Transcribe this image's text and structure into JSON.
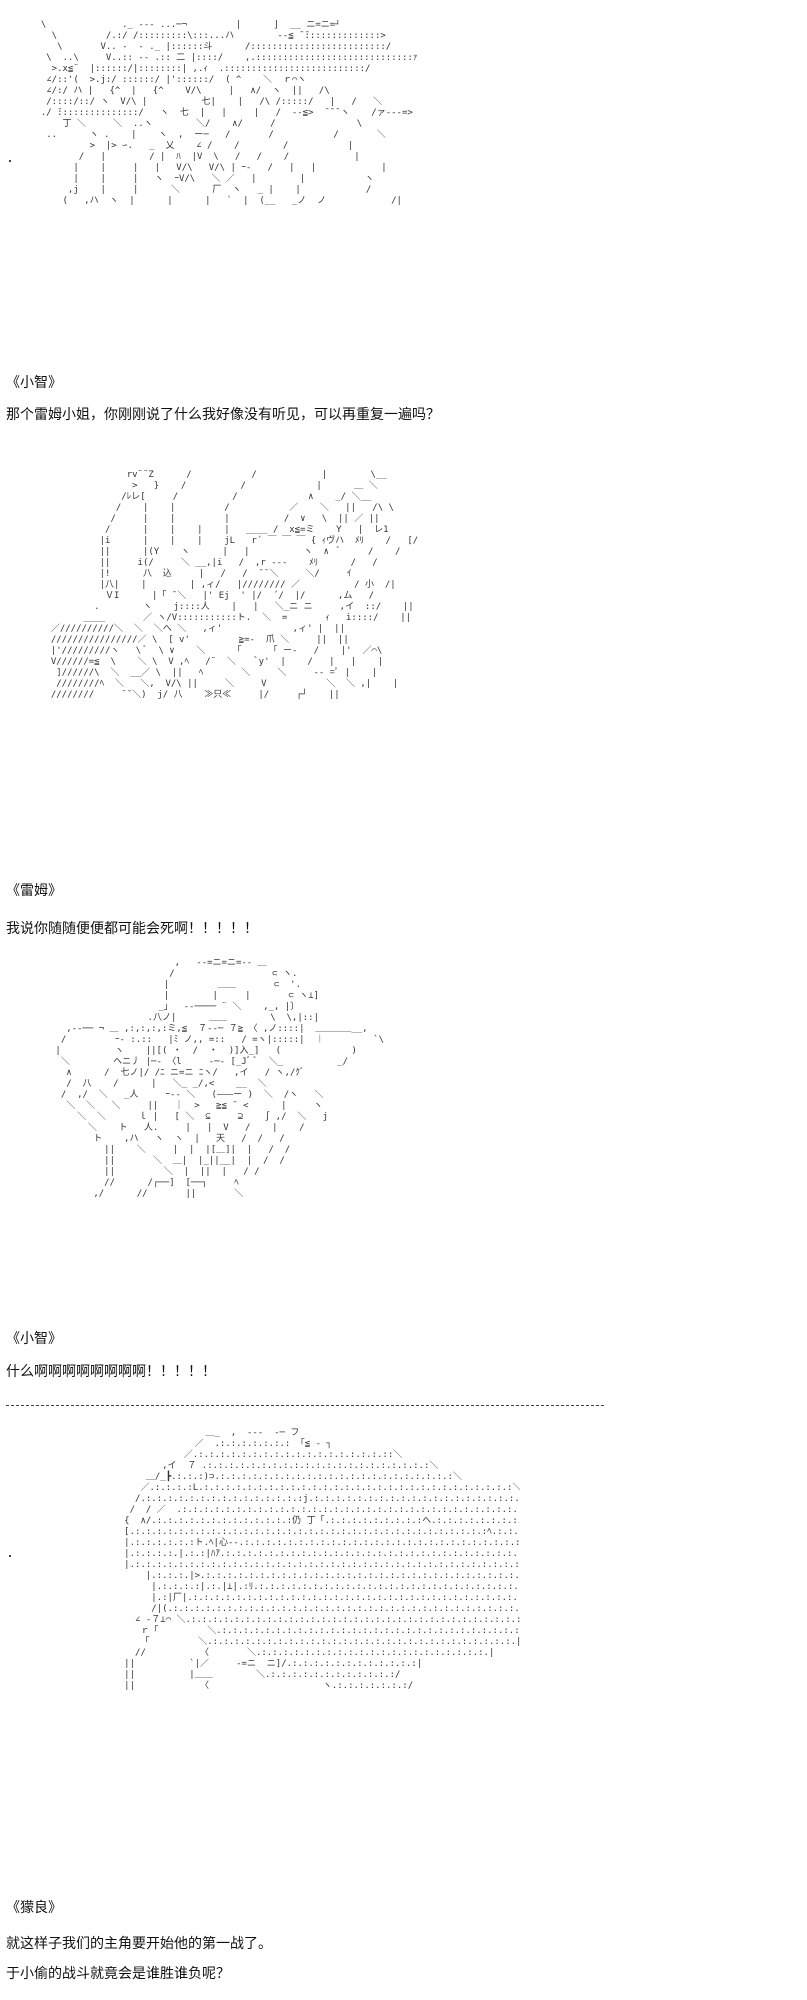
{
  "panels": [
    {
      "art": "  \\              ._ ‐‐‐ ...─¬         |      ∫  __ ニ=ニ=┘\n    \\         /.:/ /:::::::::\\:::...ハ        -‐≦ ̄ ̄::::::::::::::>\n     \\       V.. ‐  ‐ ._ |::::::斗      /:::::::::::::::::::::::::/\n   \\  ..\\     V..:: -‐ .:: ̄二 |::::/    ,.:::::::::::::::::::::::::::::ｧ\n    >.x≦¨  |::::::/|::::::::| ,.ｨ  .::::::::::::::::::::::::::/\n   ∠/::'(  >.j:/ ::::::/ |'::::::/  ( ^    ＼  ｒ⌒ヽ\n   ∠/:/ ハ |   {^  |   {^    V/\\     |   ∧/  ヽ  ||   /\\\n   /::::/::/ ヽ  V/\\ |          七|    |   /\\ /:::::/   |   /   ＼\n  ./ ̄:::::::::::::::/   ヽ  七  |   |     |   /  -‐≦>  ̄ ̄ ̄ ヽ    /ァ--‐=>\n      丁 ＼     ＼  ..ヽ        ＼/    ∧/     /               \\\n   ..      ヽ .    |    ヽ  ,  ー─   /       /           /       ＼\n           >  |> ∽.   _  乂    ∠ /    /        /           |\n         /   |        / |  ﾊ  |V  \\   /   /    /            |\n        |    |     |   |   V/\\   V/\\ | ｰ‐   /   |   |            |\n        |    |     |   ヽ  ｰV/\\   ＼ ／   |        |           ヽ\n       ,j    |     |      ＼      厂  ヽ   _ |    |            /\n      (   ,ハ  ヽ  |      |      |   `  |  (__   _ノ  ノ            /|",
      "speaker": "《小智》",
      "lines": [
        "那个雷姆小姐，你刚刚说了什么我好像没有听见，可以再重复一遍吗？"
      ]
    },
    {
      "art": "                rv¨¨Z      /           /            |        \\__\n                 >   }    /          /             |      ＿ ＼\n               /ﾚレ[     /          /             ∧    _/ ＼__\n              /    |    |         /           ／    ＼   ||   /\\ \\\n             /     |    |         |          /  ∨   \\  || ／ ||\n            /      |    |    |    |   ____ /  x≦=ミ    Y   |  レ1\n           |i      |    |    |    jL   r´ ￣ ￣ ￣ { ｨヴハ  ﾒﾘ    /   [/\n           ||      |(Y    ヽ      |   |          ヽ  ∧  ﾞ     /    /\n           ||     i(/     ＼ __,|i   /  ,r ‐‐‐    ﾒﾘ      /   /\n           |!      八  込     |   /   /  ̄ ̄ ＼     ＼/     ｲ\n           |八|    |        | ,ィ/   |//////// ／          / 小  /|\n            ＶI      |「 ̄ ＼   |' Ej  ' |/  ´/  |/      ,ム   /\n          .        ヽ    j::::人    |   |   ＼_ニ ニ     ,イ  ::/    ||\n        ____       ／ ヽ/V:::::::::::ト.  ＼  =       ｨ   i::::/    ||\n  ／//////////＼  ＼  ＼ヘ ＼   ,ィ'             ,ィ' |  ||\n  ////////////////／ \\  [ v'         ≧=-  爪 ＼     ||  ||\n  |'/////////ヽ   \\ ﾞ  \\ ∨    ＼     「     「 ー‐   /    |'  ／⌒\\\n  V//////=≦  \\    ＼ \\  V ,ﾍ   /¨  ＼    ﾞy'  |    /   |   |    |\n   ]//////\\  ＼  __／ \\  ||   ﾍ       ＼     ＼     -‐ =ﾟ |    |\n   ////////ﾍ  ＼   ＼,  V/\\ ||     ＼     V           ＼  ＼ ,|    |\n  ////////     ̄ ̄ ＼)  j/ 八    ≫只≪     |/     ┌┘    ||",
      "speaker": "《雷姆》",
      "lines": [
        "我说你随随便便都可能会死啊！！！！！"
      ]
    },
    {
      "art": "                       ,   -‐=ニ=ニ=-‐ ＿\n                      /                  ⊂ ヽ.\n                     |         ＿＿       ⊂  '.\n                     |        |     |       ⊂ ヽ⊥]\n                    _」  ‐‐──── ¨ ＼    ,_, |〕\n                  .八ノ|      ＿＿        \\  \\,|::|\n   ,‐‐── ¬ ＿ ,:,:,:,:ミ,≦  ７‐‐─ ７≧ 〈 ,ノ::::|  ＿＿＿＿__,\n  /         ｰ‐ :.::   |ﾐ ノ,, =::   / =ヽ|:::::|  ︱         `\\\n |          ヽ    ||[( ・  /  ・  )]入_]   (             )\n  ＼        ヘニ丿 |─‐ 〈l     ‐─‐ [_Jﾞ ﾞ  ＼_          _/\n   ∧      /  七ノ|/ /ﾆ ニ=ニ ﾆヽ/   ,イ   / ヽ,/ｸﾞ\n   /  八    /      |   ＼_ _/,<    __  ＼\n  /  ,/  ＼   _人     ｰ‐‐ ＼   (―——ー )  ＼  /ヽ   ＼\n   ＼  ＼   ＼     ||   ｜  >   ≧≦ ̄  <      |     ヽ\n     ＼  ＼      ｌ |   [ ＼  ⊆     ⊇    ∫ ,/  ＼   j\n       ＼    ト   人.     |   |  V   /    |    /\n        ト    ,ハ   ヽ  ヽ  |   天   /  /   /\n          ||    ＼     |  |  |[＿]|  |   /  /\n          ||       ＼  ＿|  |_||__|  |  /  /\n          ||         ＼  |  ||  |   / /\n          //      /┌──]  [──┐     ﾍ\n        ,/      //       ||       ＼",
      "speaker": "《小智》",
      "lines": [
        "什么啊啊啊啊啊啊啊啊！！！！！"
      ]
    },
    {
      "art": "                         ＿_  ,  -‐‐  ‐─ フ\n                       ／  .:.:.:.:.:.:.: 「≦ ‐ ┐\n                     ／.:.:.:.:.:.:.:.:.:.:.:.:.:.:.:.:.:.::＼\n                 ,イ  ７ .:.:.:.:.:.:.:.:.:.:.:.:.:.:.:.:.:.:.:.:.:＼\n              ＿/_┣.:.:.:)⊃.:.:.:.:.:.:.:.:.:.:.:.:.:.:.:.:.:.:.:.:.:.:＼\n             ／.:.:.:.:L.:.:.:.:.:.:.:.:.:.:.:.:.:.:.:.:.:.:.:.:.:.:.:.:.:.:.:.:.:＼\n            /.:.:.:.:.:.:.:.:.:.:.:.:.:.:.:j.:.:.:.:.:.:.:.:.:.:.:.:.:.:.:.:.:.:.:.:.:.:.＼\n           /  / ／  .:.:.:.:.:.:.:.:.:.:.:.:.:.:.:.:.:.:.:.:.:.:.:.:.:.:.:.:.:.:.:.:.:.:.:.:＼\n          {  ∧/.:.:.:.:.:.:.:.:.:.:.:.:.:仍 丁「.:.:.:.:.:.:.:.:.:ヘ.:.:.:.:.:.:.:.:.:.:.:.:ー‐\n          [.:.:.:.:.:.:.:.:.:.:.:.:.:.:.:.:.:.:.:.:.:.:.:.:.:.:.:.:.:.:.:.:.:ﾍ.:.:.:.:.:.:.:.:.:.:.:.:.:.:.:ビ\n          |.:.:.:.:.:.:ト.ﾍ|心-‐.:.:.:.:.:.:.:.:.:.:.:.:.:.:.:.:.:.:.:.:.:.:.:.:.:.:.:.:.:.:.:.:.:.:.:.:.:.:.:ニ\n          |.:.:.:.:.|.:.:|ﾊｱ.:.:.:.:.:.:.:.:.:.:.:.:.:.:.:.:.:.:.:.:.:.:.:.:.:.:.:.:.:.:.:.:.:.:.:.:.:.:.:.:.:.:.\n          |.:.:.:.:.:.:.:.:.:.:.:.:.:.:.:.:.:.:.:.:.:.:.:.:.:.:.:.:.:.:.:.:.:.:.:.:.:.:.:.:.:.:.:.:.:.:.:.:.:.:.:\n              |.:.:.:.|>.:.:.:.:.:.:.:.:.:.:.:.:.:.:.:.:.:.:.:.:.:.:.:.:.:.:.:.:.:.:.:.:.:.:.:.:.:.:.:.:.:.:\n               |.:.:.:.:|.:.|⊥|.:ﾘ.:.:.:.:.:.:.:.:.:.:.:.:.:.:.:.:.:.:.:.:.:.:.:.:.:.:.:.:.:.:.:.:.:\n               |.:|厂|.:.:.:.:.:.:.:.:.:.:.:.:.:.:.:.:.:.:.:.:.:.:.:.:.:.:.:.:.:.:.:.:.:.:.:.:|\n               /|(.:.:.:.:.:.:.:.:.:.:.:.:.:.:.:.:.:.:.:.:.:.:.:.:.:.:.:.:.:.:.:.:.:.:.:.:.:.:.:|\n            ∠ -７⊥⌒ ＼.:.:.:.:.:.:.:.:.:.:.:.:.:.:.:.:.:.:.:.:.:.:.:.:.:.:.:.:.:.:.:.:.:.:.:|\n             ｒ「         ＼.:.:.:.:.:.:.:.:.:.:.:.:.:.:.:.:.:.:.:.:.:.:.:.:.:.:.:.:.:.:.|\n             「         ＼.:.:.:.:.:.:.:.:.:.:.:.:.:.:.:.:.:.:.:.:.:.:.:.:.:.:.:.:.|\n            //          〈       ＼.:.:.:.:.:.:.:.:.:.:.:.:.:.:.:.:.:.:.:.:.:.|\n          ||          `|／     -=ニ  ニ]/.:.:.:.:.:.:.:.:.:.:.:.:|\n          ||          |＿＿        ＼.:.:.:.:.:.:.:.:.:.:.:.:/\n          ||            〈                     ヽ.:.:.:.:.:.:.:/",
      "speaker": "《獴良》",
      "lines": [
        "就这样子我们的主角要开始他的第一战了。",
        "于小偷的战斗就竟会是谁胜谁负呢？"
      ]
    }
  ]
}
